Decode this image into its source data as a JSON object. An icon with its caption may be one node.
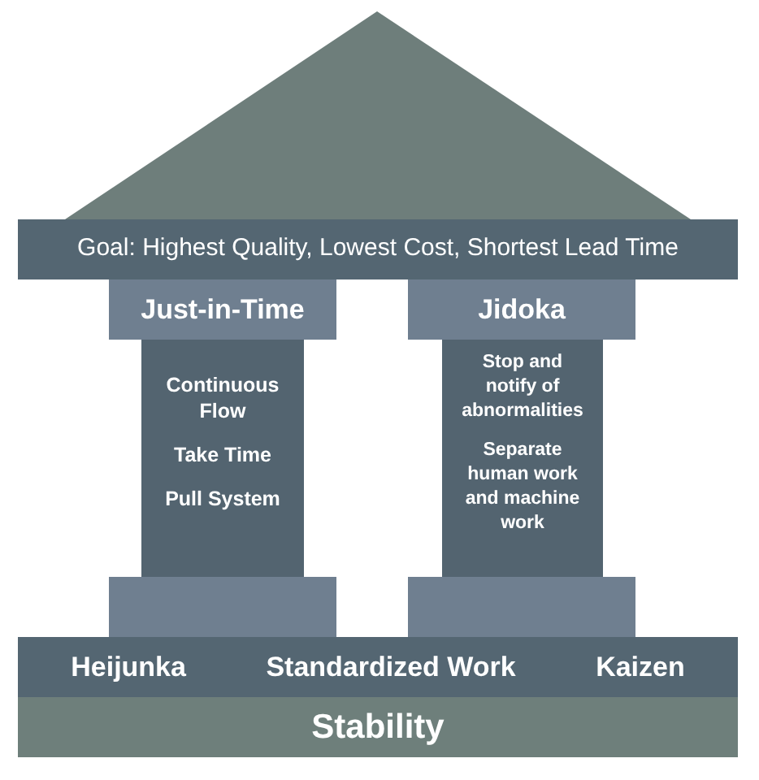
{
  "diagram": {
    "nodes": [
      {
        "text": [
          "Goal: Highest Quality, Lowest Cost, Shortest Lead Time"
        ]
      },
      {
        "text": [
          "Just-in-Time"
        ]
      },
      {
        "text": [
          "Continuous Flow",
          "Take Time",
          "Pull System"
        ]
      },
      {
        "text": [
          "Jidoka"
        ]
      },
      {
        "text": [
          "Stop and notify of abnormalities",
          "Separate human work and machine work"
        ]
      },
      {
        "text": [],
        "shape": "box"
      },
      {
        "text": [],
        "shape": "box"
      },
      {
        "text": [
          "Heijunka",
          "Standardized Work",
          "Kaizen"
        ]
      },
      {
        "text": [
          "Stability"
        ]
      }
    ]
  }
}
